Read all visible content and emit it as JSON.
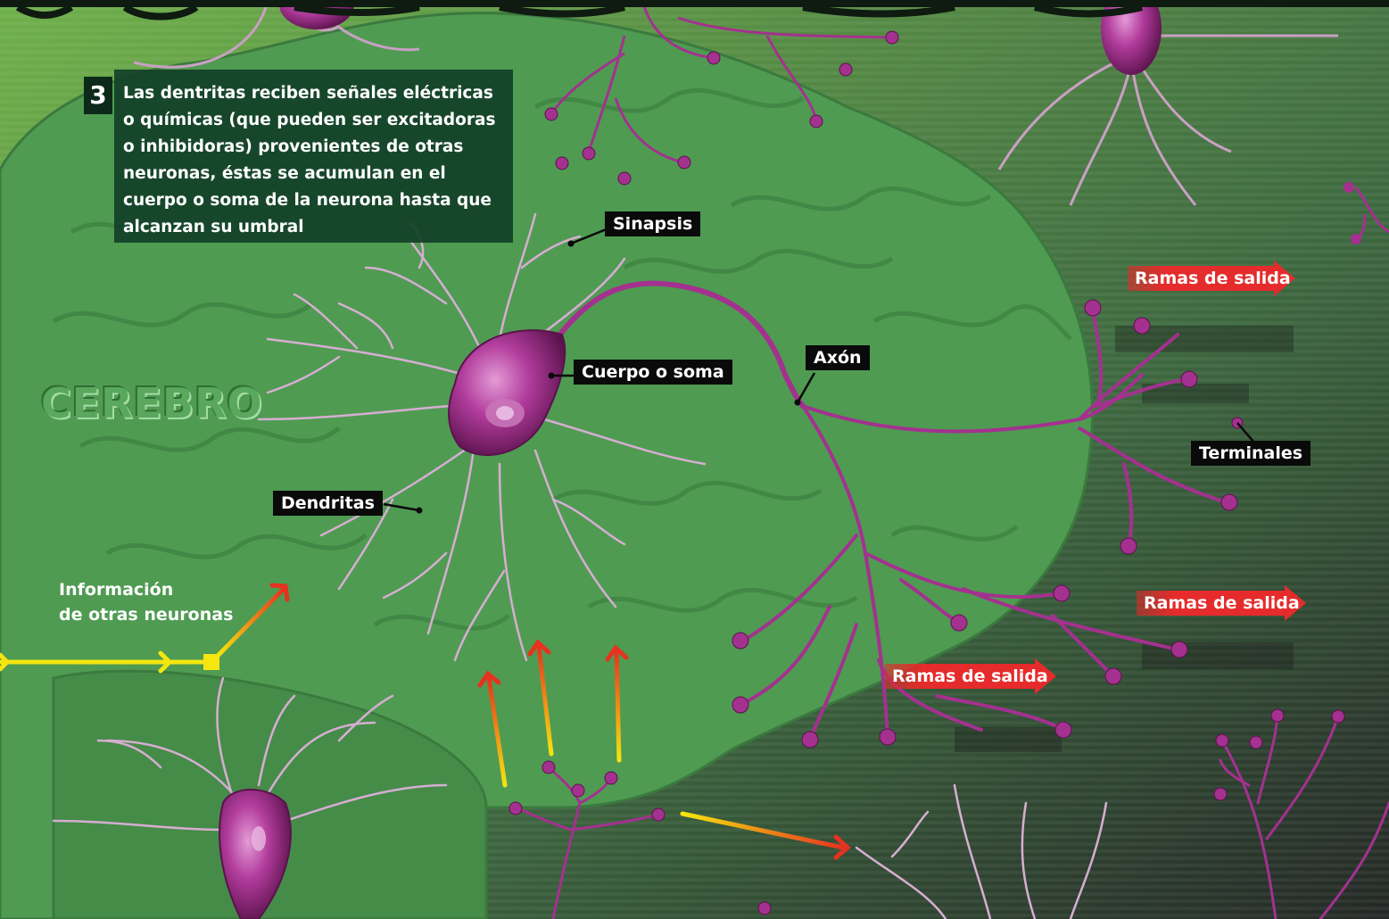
{
  "info_box": {
    "step": "3",
    "text": "Las dentritas reciben señales eléctricas o químicas (que pueden ser excitadoras o inhibidoras) provenientes de otras neuronas, éstas se acumulan en el cuerpo o soma de la neurona hasta que alcanzan su umbral"
  },
  "region_label": "CEREBRO",
  "input_label": "Información\nde otras neuronas",
  "labels": {
    "sinapsis": "Sinapsis",
    "cuerpo": "Cuerpo o soma",
    "axon": "Axón",
    "dendritas": "Dendritas",
    "terminales": "Terminales"
  },
  "outputs": {
    "top": "Ramas de salida",
    "middle": "Ramas de salida",
    "bottom": "Ramas de salida"
  },
  "colors": {
    "brain": "#4f9b52",
    "neuron": "#a4318f",
    "arrow_signal": "#f5e60f",
    "arrow_head": "#e6321e",
    "output_arrow": "#e52b2b",
    "label_bg": "#0a0a0a"
  }
}
